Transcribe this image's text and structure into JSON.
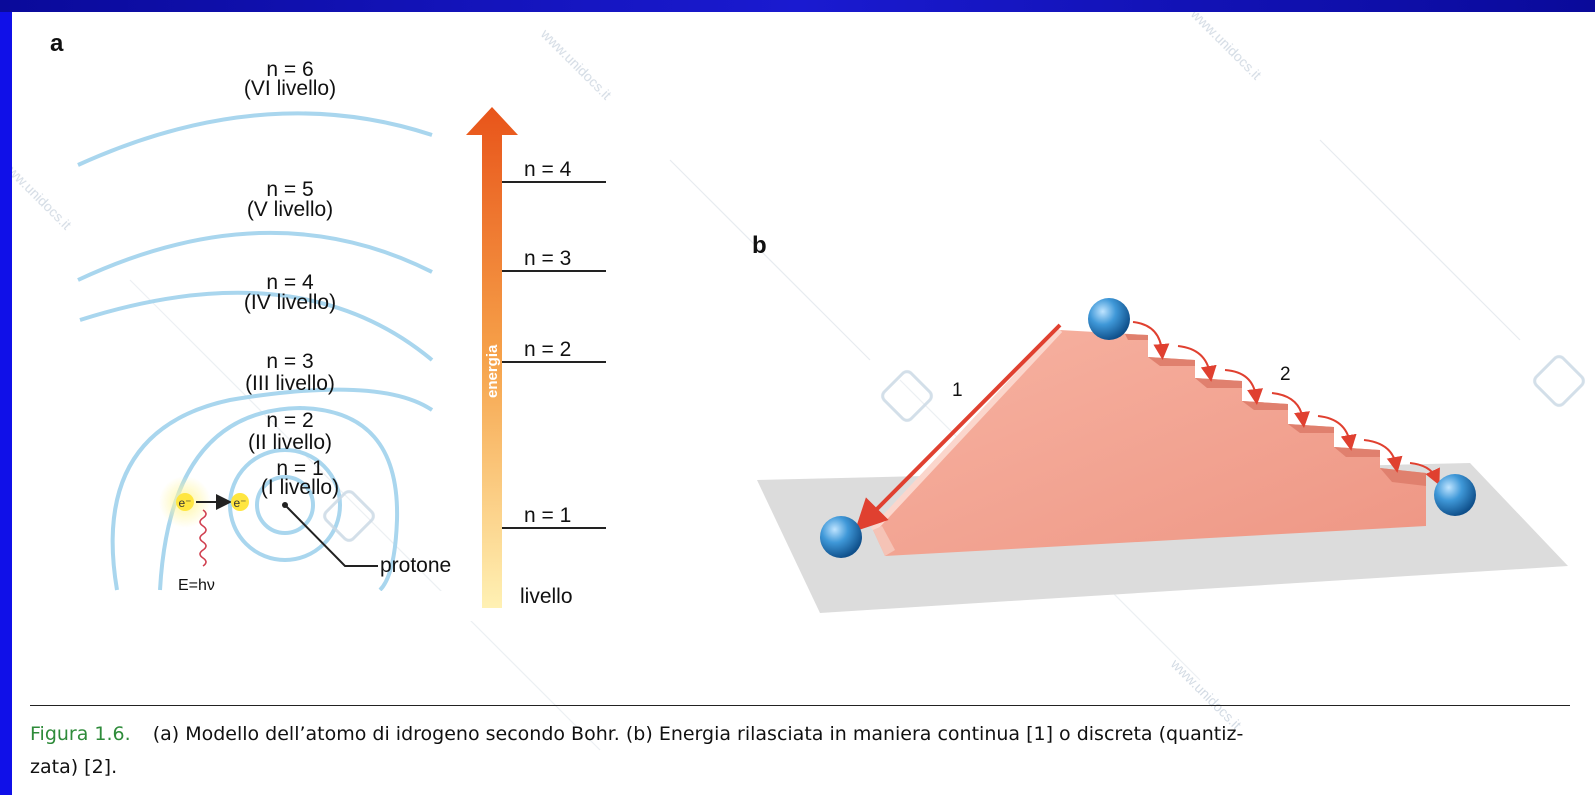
{
  "panel_a": {
    "label": "a",
    "orbits": [
      {
        "n": "n = 6",
        "name": "(VI livello)"
      },
      {
        "n": "n = 5",
        "name": "(V livello)"
      },
      {
        "n": "n = 4",
        "name": "(IV livello)"
      },
      {
        "n": "n = 3",
        "name": "(III livello)"
      },
      {
        "n": "n = 2",
        "name": "(II livello)"
      },
      {
        "n": "n = 1",
        "name": "(I livello)"
      }
    ],
    "electron": "e⁻",
    "photon": "E=hν",
    "proton": "protone",
    "energy_axis": "energia",
    "levels": [
      "n = 4",
      "n = 3",
      "n = 2",
      "n = 1"
    ],
    "level_axis": "livello",
    "colors": {
      "orbit": "#a9d6ee",
      "arrow_top": "#e8541a",
      "arrow_bottom": "#fff0b0"
    }
  },
  "panel_b": {
    "label": "b",
    "path1": "1",
    "path2": "2",
    "colors": {
      "ramp": "#f0a090",
      "ball": "#2a86cc",
      "arrow": "#e04030",
      "floor": "#dcdcdc"
    }
  },
  "caption": {
    "figure": "Figura 1.6.",
    "text": "(a) Modello dell’atomo di idrogeno secondo Bohr. (b) Energia rilasciata in maniera continua [1] o discreta (quantiz-",
    "text2": "zata) [2]."
  },
  "watermark": "www.unidocs.it"
}
